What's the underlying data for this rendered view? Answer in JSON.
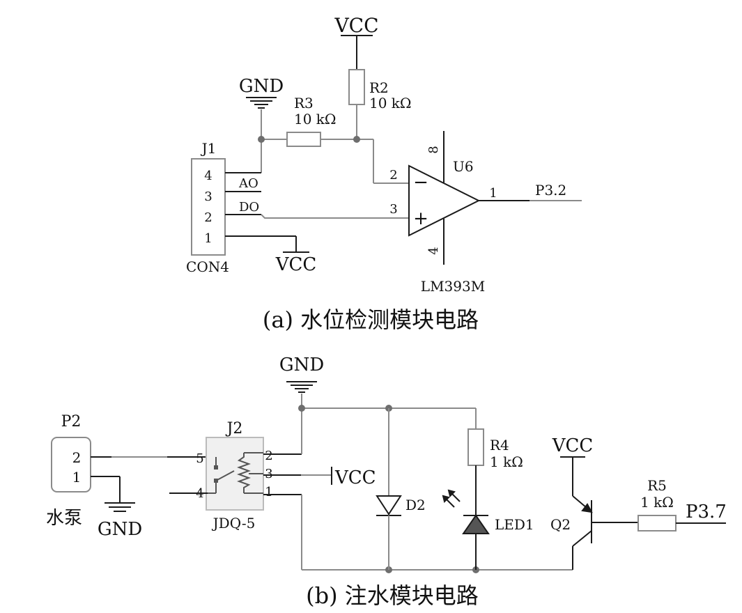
{
  "captions": {
    "a": "(a) 水位检测模块电路",
    "b": "(b) 注水模块电路"
  },
  "circuit_a": {
    "vcc_top": "VCC",
    "gnd_top": "GND",
    "vcc_bottom": "VCC",
    "r3": {
      "name": "R3",
      "value": "10 kΩ"
    },
    "r2": {
      "name": "R2",
      "value": "10 kΩ"
    },
    "j1": {
      "name": "J1",
      "type": "CON4",
      "pins": [
        "4",
        "3",
        "2",
        "1"
      ]
    },
    "net_ao": "AO",
    "net_do": "DO",
    "u6": {
      "name": "U6",
      "part": "LM393M",
      "pin_minus": "2",
      "pin_plus": "3",
      "pin_out": "1",
      "pin_vcc": "8",
      "pin_gnd": "4",
      "minus_sign": "−",
      "plus_sign": "+"
    },
    "output_net": "P3.2"
  },
  "circuit_b": {
    "p2": {
      "name": "P2",
      "pins": [
        "2",
        "1"
      ],
      "desc": "水泵"
    },
    "gnd_pump": "GND",
    "gnd_top": "GND",
    "j2": {
      "name": "J2",
      "type": "JDQ-5",
      "pins_left": [
        "5",
        "4"
      ],
      "pins_right": [
        "2",
        "3",
        "1"
      ]
    },
    "vcc_relay": "VCC",
    "d2": "D2",
    "r4": {
      "name": "R4",
      "value": "1 kΩ"
    },
    "led1": "LED1",
    "vcc_q2": "VCC",
    "q2": "Q2",
    "r5": {
      "name": "R5",
      "value": "1 kΩ"
    },
    "input_net": "P3.7"
  }
}
